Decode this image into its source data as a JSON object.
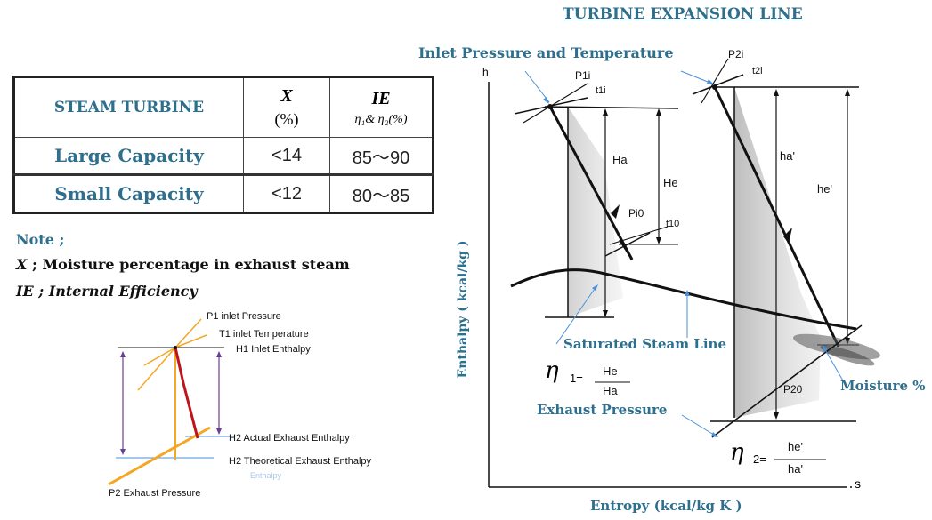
{
  "title": "TURBINE EXPANSION LINE",
  "table": {
    "headers": {
      "col0": "STEAM TURBINE",
      "col1_top": "X",
      "col1_bottom": "(%)",
      "col2_top": "IE",
      "col2_bottom": "η₁& η₂(%)"
    },
    "rows": [
      {
        "label": "Large Capacity",
        "x": "<14",
        "ie": "85〜90"
      },
      {
        "label": "Small Capacity",
        "x": "<12",
        "ie": "80〜85"
      }
    ]
  },
  "note": {
    "heading": "Note ;",
    "line1_symbol": "X",
    "line1_text": " ; Moisture percentage in exhaust steam",
    "line2": "IE ; Internal Efficiency"
  },
  "small_diagram": {
    "p1": "P1 inlet Pressure",
    "t1": "T1 inlet Temperature",
    "h1": "H1 Inlet Enthalpy",
    "h2a": "H2 Actual Exhaust Enthalpy",
    "h2t": "H2 Theoretical Exhaust Enthalpy",
    "p2": "P2 Exhaust Pressure",
    "faint": "Enthalpy"
  },
  "main_diagram": {
    "inlet_label": "Inlet Pressure and Temperature",
    "h_axis": "h",
    "s_axis": "s",
    "y_label": "Enthalpy ( kcal/kg )",
    "x_label": "Entropy (kcal/kg K )",
    "sat_line": "Saturated Steam Line",
    "exhaust": "Exhaust  Pressure",
    "moisture": "Moisture %",
    "p1i": "P1i",
    "t1i": "t1i",
    "p2i": "P2i",
    "t2i": "t2i",
    "pi0": "Pi0",
    "t10": "t10",
    "p20": "P20",
    "ha": "Ha",
    "he": "He",
    "ha2": "ha'",
    "he2": "he'",
    "eta1_he": "He",
    "eta1_ha": "Ha",
    "eta2_he": "he'",
    "eta2_ha": "ha'"
  },
  "colors": {
    "teal": "#2e6f8e",
    "orange": "#f5a623",
    "red": "#c0141c",
    "purple": "#6a3d9a",
    "blue": "#4a90d9"
  }
}
